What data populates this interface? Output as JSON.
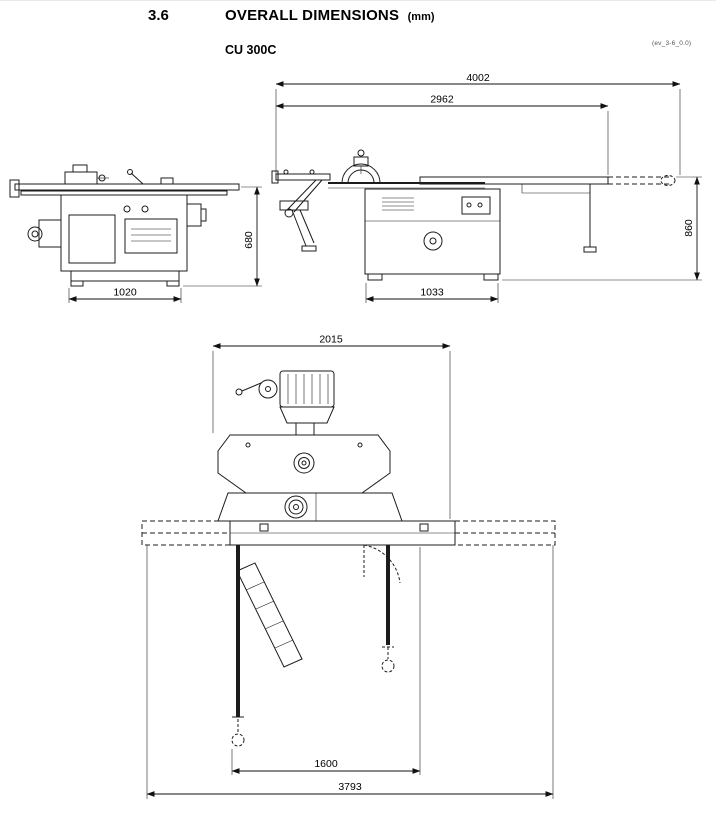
{
  "page": {
    "section_number": "3.6",
    "title": "OVERALL DIMENSIONS",
    "units": "(mm)",
    "model": "CU 300C",
    "revision_code": "(ev_3-6_0.0)"
  },
  "dimensions": {
    "side_view": {
      "height": "680",
      "base_width": "1020"
    },
    "front_view": {
      "overall_length": "4002",
      "table_length": "2962",
      "height": "860",
      "base_length": "1033"
    },
    "plan_view": {
      "overall_width": "2015",
      "fence_travel": "1600",
      "overall_span": "3793"
    }
  }
}
